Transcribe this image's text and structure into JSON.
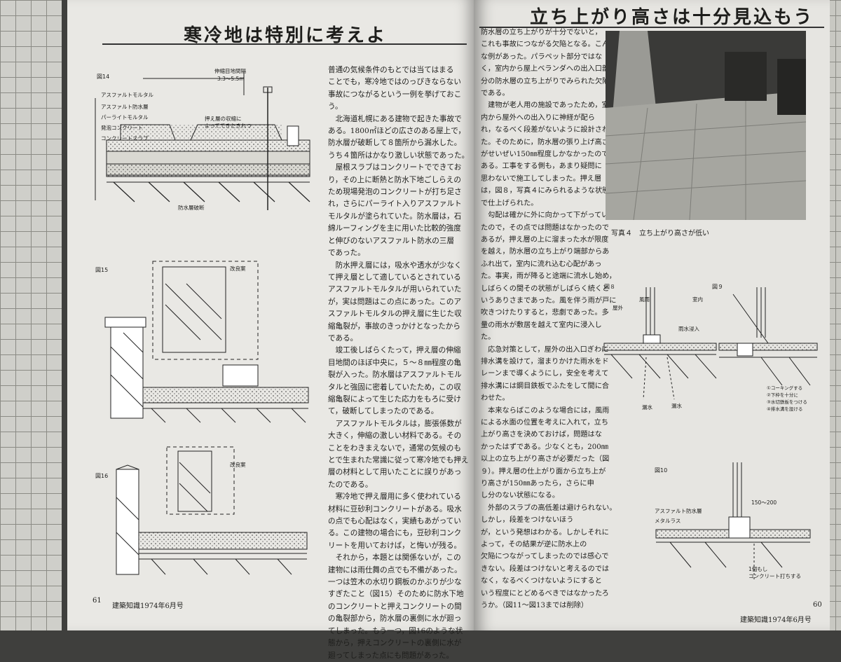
{
  "left_page": {
    "title": "寒冷地は特別に考えよ",
    "figures": {
      "fig14": {
        "label": "図14",
        "dimension": "伸縮目地間隔",
        "dimension_value": "3.3～5.5m",
        "layers": [
          "アスファルトモルタル",
          "アスファルト防水層",
          "パーライトモルタル",
          "発泡コンクリート",
          "コンクリートスラブ"
        ],
        "callout_crack": "押え層の収縮に\nよってできたきれつ",
        "callout_break": "防水層破断"
      },
      "fig15": {
        "label": "図15",
        "improvement": "改良案"
      },
      "fig16": {
        "label": "図16",
        "improvement": "改良案"
      }
    },
    "body": "普通の気候条件のもとでは当てはまる\nことでも，寒冷地ではのっぴきならない\n事故につながるという一例を挙げておこ\nう。\n　北海道札幌にある建物で起きた事故で\nある。1800㎡ほどの広さのある屋上で，\n防水層が破断して８箇所から漏水した。\nうち４箇所はかなり激しい状態であった。\n　屋根スラブはコンクリートでできてお\nり，その上に断熱と防水下地ごしらえの\nため現場発泡のコンクリートが打ち足さ\nれ，さらにパーライト入りアスファルト\nモルタルが塗られていた。防水層は，石\n綿ルーフィングを主に用いた比較的強度\nと伸びのないアスファルト防水の三層\nであった。\n　防水押え層には，吸水や透水が少なく\nて押え層として適しているとされている\nアスファルトモルタルが用いられていた\nが，実は問題はこの点にあった。このア\nスファルトモルタルの押え層に生じた収\n縮亀裂が，事故のきっかけとなったから\nである。\n　竣工後しばらくたって，押え層の伸縮\n目地間のほぼ中央に，５～８㎜程度の亀\n裂が入った。防水層はアスファルトモル\nタルと強固に密着していたため，この収\n縮亀裂によって生じた応力をもろに受け\nて，破断してしまったのである。\n　アスファルトモルタルは，膨張係数が\n大きく，伸縮の激しい材料である。その\nことをわきまえないで，通常の気候のも\nとで生まれた常識に従って寒冷地でも押え\n層の材料として用いたことに誤りがあっ\nたのである。\n　寒冷地で押え層用に多く使われている\n材料に豆砂利コンクリートがある。吸水\nの点でも心配はなく，実績もあがってい\nる。この建物の場合にも，豆砂利コンク\nリートを用いておけば，と悔いが残る。\n　それから，本題とは関係ないが，この\n建物には雨仕舞の点でも不備があった。\n一つは笠木の水切り鋼板のかぶりが少な\nすぎたこと（図15）そのために防水下地\nのコンクリートと押えコンクリートの間\nの亀裂部から，防水層の裏側に水が廻っ\nてしまった。もう一つ，図16のような状\n態から，押えコンクリートの裏側に水が\n廻ってしまった点にも問題があった。",
    "page_number": "61",
    "journal": "建築知識1974年6月号"
  },
  "right_page": {
    "title": "立ち上がり高さは十分見込もう",
    "body": "防水層の立ち上がりが十分でないと，\nこれも事故につながる欠陥となる。こん\nな例があった。パラペット部分ではな\nく，室内から屋上ベランダへの出入口部\n分の防水層の立ち上がりでみられた欠陥\nである。\n　建物が老人用の施設であったため，室\n内から屋外への出入りに神経が配ら\nれ，なるべく段差がないように設計され\nた。そのために，防水層の張り上げ高さ\nがせいぜい150㎜程度しかなかったので\nある。工事をする側も，あまり疑問に\n思わないで施工してしまった。押え層\nは，図８，写真４にみられるような状態\nで仕上げられた。\n　勾配は確かに外に向かって下がってい\nたので，その点では問題はなかったので\nあるが，押え層の上に溜まった水が限度\nを越え，防水層の立ち上がり端部からあ\nふれ出て，室内に流れ込む心配があっ\nた。事実，雨が降ると途端に流水し始め，\nしばらくの間その状態がしばらく続くと\nいうありさまであった。風を伴う雨が戸に\n吹きつけたりすると，悲劇であった。多\n量の雨水が敷居を越えて室内に浸入し\nた。\n　応急対策として，屋外の出入口ぎわに\n排水溝を設けて，溜まりかけた雨水をド\nレーンまで導くようにし，安全を考えて\n排水溝には鋼目鉄板でふたをして間に合\nわせた。\n　本来ならばこのような場合には，風雨\nによる水面の位置を考えに入れて，立ち\n上がり高さを決めておけば，問題はな\nかったはずである。少なくとも，200㎜\n以上の立ち上がり高さが必要だった（図\n９）。押え層の仕上がり面から立ち上が\nり高さが150㎜あったら，さらに申\nし分のない状態になる。\n　外部のスラブの高低差は避けられない。\nしかし，段差をつけないほう\nが，という発想はわかる。しかしそれに\nよって，その結果が逆に防水上の\n欠陥につながってしまったのでは感心で\nきない。段差はつけないと考えるのでは\nなく，なるべくつけないようにすると\nいう程度にとどめるべきではなかったろ\nうか。（図11～図13までは削除）",
    "photo_caption": "写真４　立ち上がり高さが低い",
    "figures": {
      "fig8": {
        "label": "図８",
        "outside": "屋外",
        "wind_rain": "風雨",
        "inside": "室内",
        "leak1": "漏水",
        "leak2": "漏水"
      },
      "fig9": {
        "label": "図９",
        "rain_inflow": "雨水浸入",
        "notes": [
          "①コーキングする",
          "②下枠を十分に",
          "③水切鉄板をつける",
          "④排水溝を設ける"
        ]
      },
      "fig10": {
        "label": "図10",
        "dimension": "150～200",
        "layers": [
          "アスファルト防水層",
          "メタルラス"
        ],
        "note": "1個もし\nコンクリート打ちする"
      }
    },
    "page_number": "60",
    "journal": "建築知識1974年6月号"
  }
}
